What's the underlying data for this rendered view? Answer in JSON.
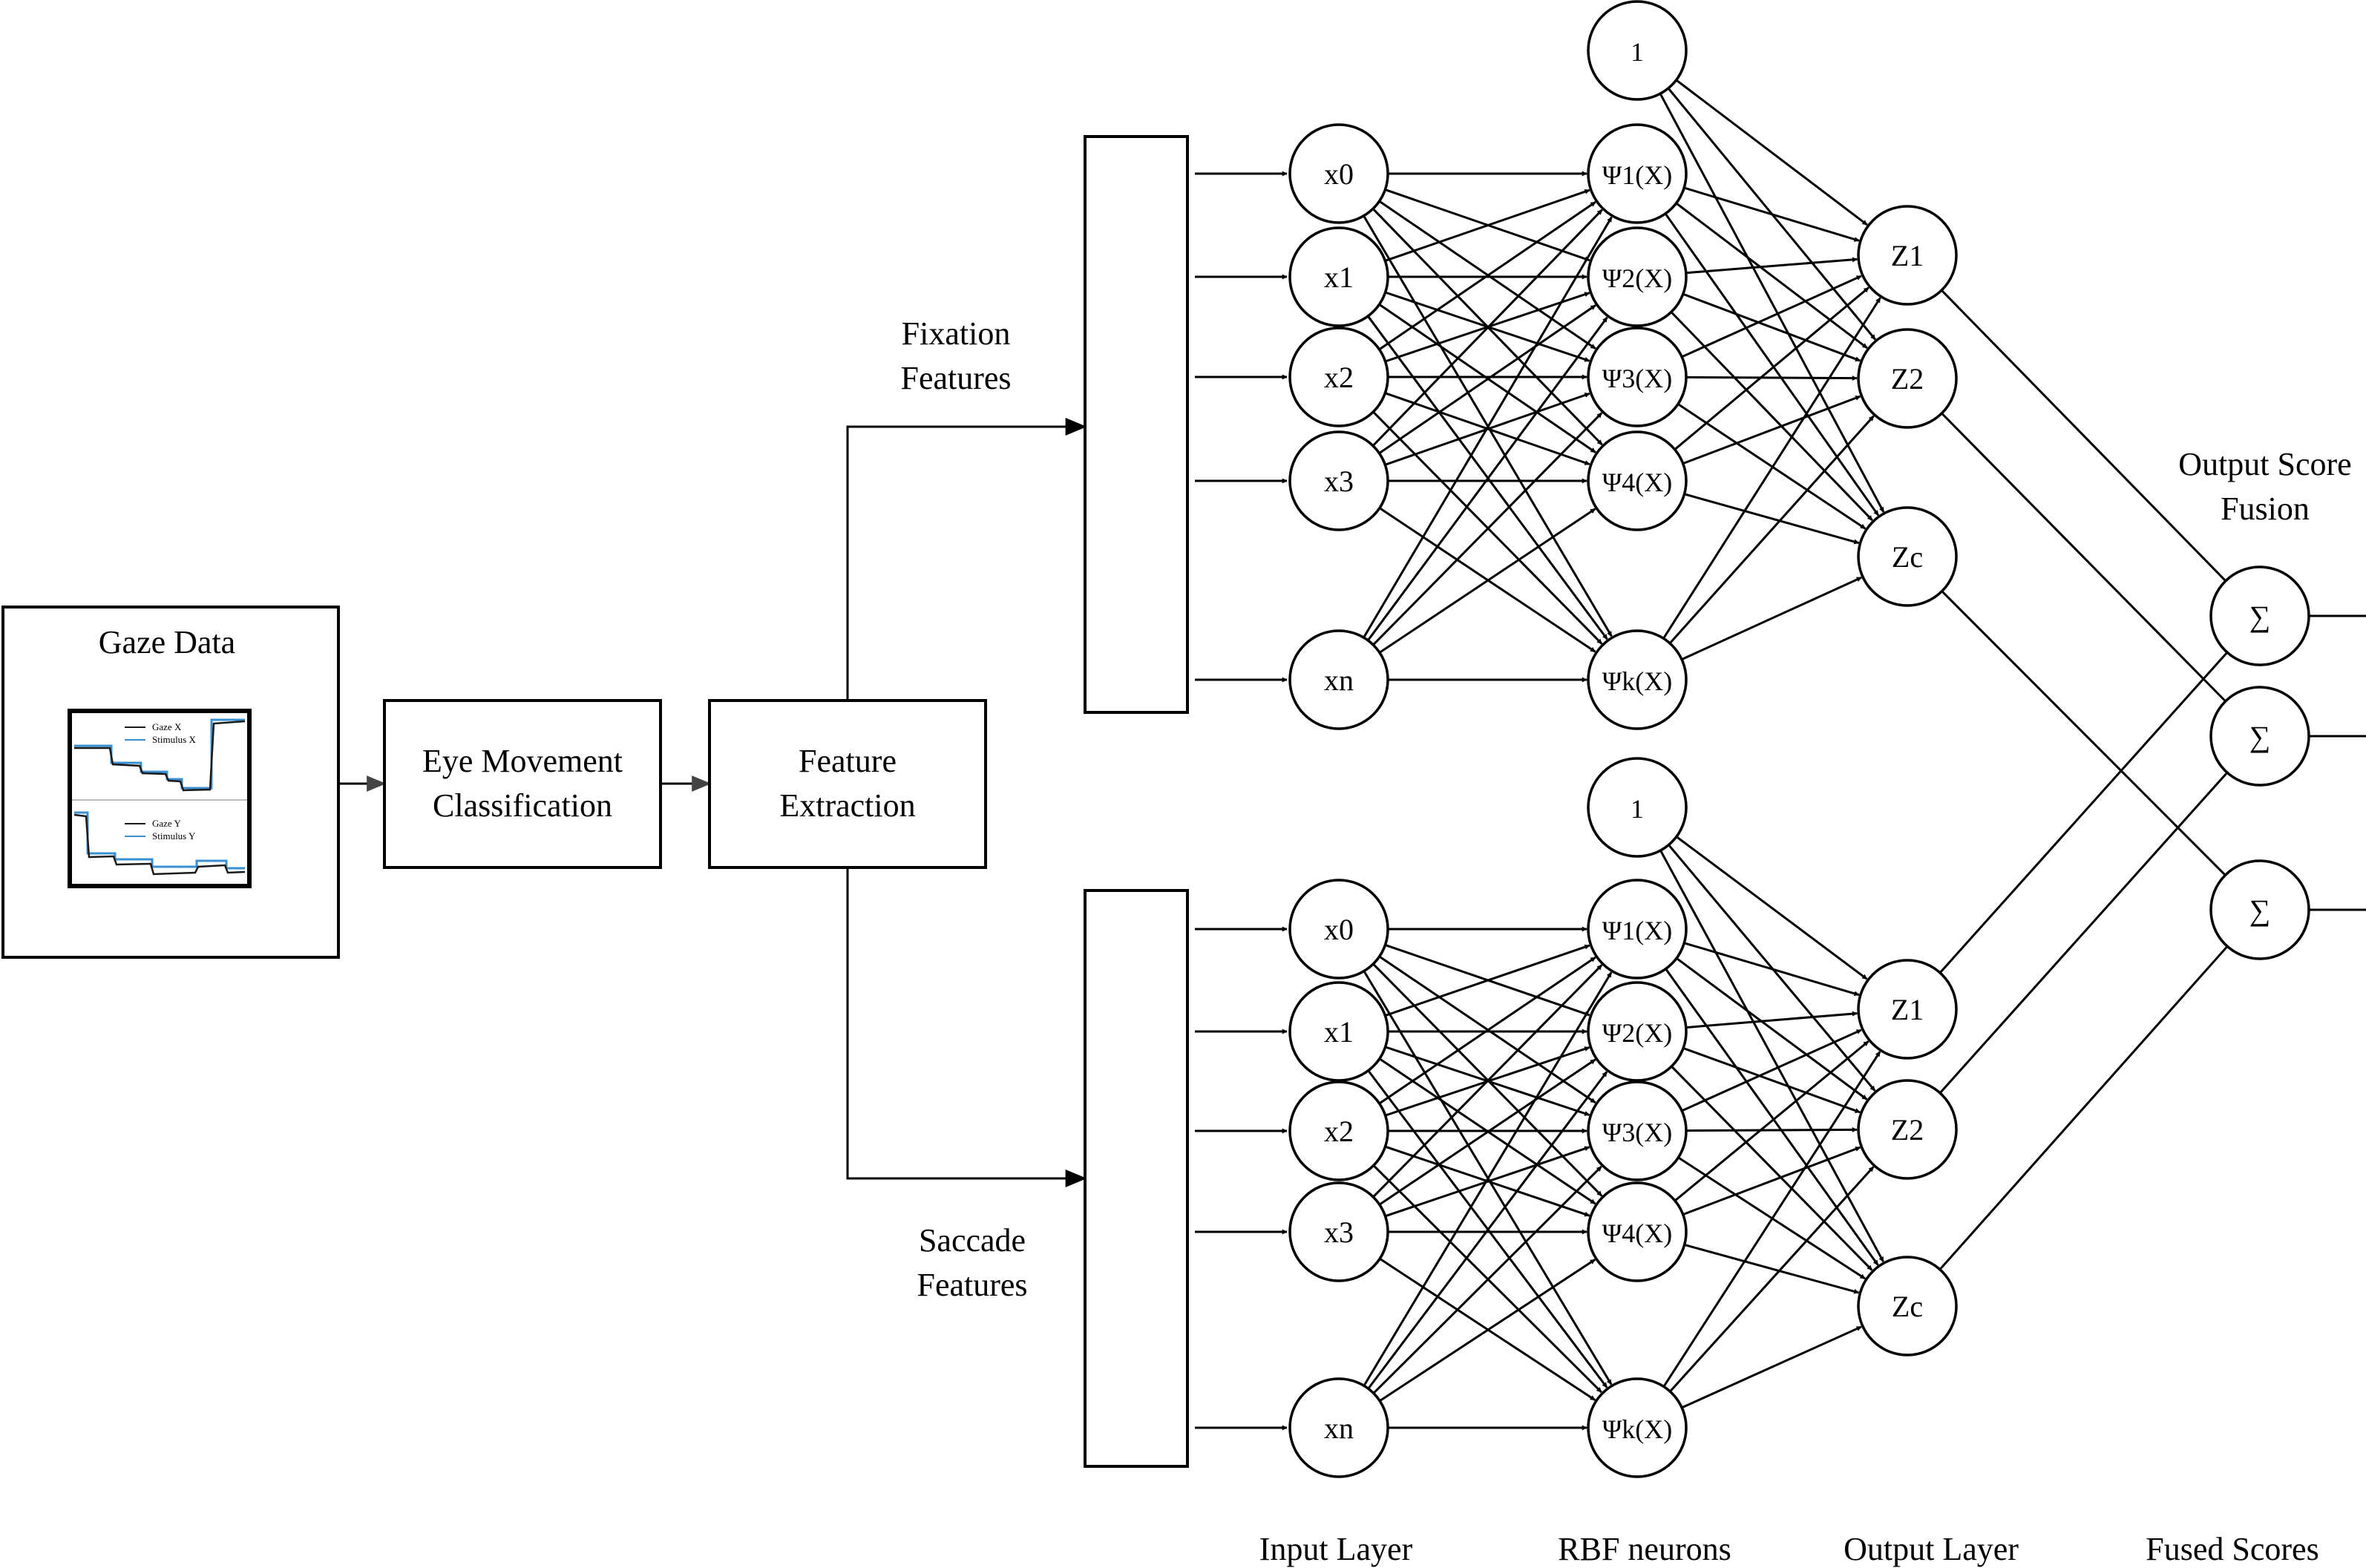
{
  "gaze_box": {
    "title": "Gaze Data",
    "plot_top_legend": [
      "Gaze X",
      "Stimulus X"
    ],
    "plot_bottom_legend": [
      "Gaze Y",
      "Stimulus Y"
    ],
    "colors": {
      "gaze": "#1a1a1a",
      "stimulus": "#3a8fd0"
    }
  },
  "eye_movement": {
    "line1": "Eye Movement",
    "line2": "Classification"
  },
  "feature_extraction": {
    "line1": "Feature",
    "line2": "Extraction"
  },
  "fixation_label": {
    "line1": "Fixation",
    "line2": "Features"
  },
  "saccade_label": {
    "line1": "Saccade",
    "line2": "Features"
  },
  "networks": [
    {
      "id": "fixation",
      "inputs": [
        "x0",
        "x1",
        "x2",
        "x3",
        "xn"
      ],
      "bias": "1",
      "rbf": [
        "Ψ1(X)",
        "Ψ2(X)",
        "Ψ3(X)",
        "Ψ4(X)",
        "Ψk(X)"
      ],
      "outputs": [
        "Z1",
        "Z2",
        "Zc"
      ]
    },
    {
      "id": "saccade",
      "inputs": [
        "x0",
        "x1",
        "x2",
        "x3",
        "xn"
      ],
      "bias": "1",
      "rbf": [
        "Ψ1(X)",
        "Ψ2(X)",
        "Ψ3(X)",
        "Ψ4(X)",
        "Ψk(X)"
      ],
      "outputs": [
        "Z1",
        "Z2",
        "Zc"
      ]
    }
  ],
  "fusion": {
    "title_line1": "Output Score",
    "title_line2": "Fusion",
    "symbol": "∑"
  },
  "bottom_labels": {
    "input_layer": "Input Layer",
    "rbf_neurons": "RBF neurons",
    "output_layer": "Output Layer",
    "fused_scores": "Fused Scores"
  }
}
